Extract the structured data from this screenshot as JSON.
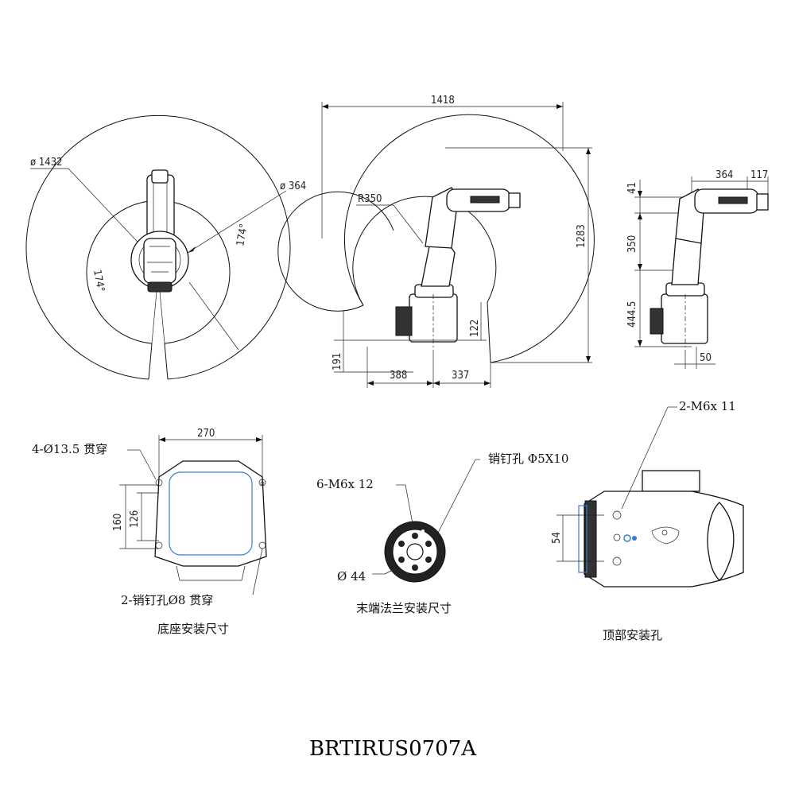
{
  "top_view": {
    "dia_outer": "ø 1432",
    "dia_inner": "ø 364",
    "angle_left": "174°",
    "angle_right": "174°"
  },
  "side_view": {
    "reach_width": "1418",
    "radius": "R350",
    "height": "1283",
    "base_h1": "191",
    "base_h2": "122",
    "base_w1": "388",
    "base_w2": "337"
  },
  "front_view": {
    "w364": "364",
    "w117": "117",
    "h41": "41",
    "h350": "350",
    "h444": "444.5",
    "w50": "50"
  },
  "base_mount": {
    "holes_label": "4-Ø13.5 贯穿",
    "width": "270",
    "h160": "160",
    "h126": "126",
    "pins_label": "2-销钉孔Ø8 贯穿",
    "caption": "底座安装尺寸"
  },
  "flange": {
    "screws_label": "6-M6x 12",
    "pin_label": "销钉孔 Φ5X10",
    "dia_label": "Ø 44",
    "caption": "末端法兰安装尺寸"
  },
  "top_mount": {
    "screws_label": "2-M6x 11",
    "h54": "54",
    "caption": "顶部安装孔"
  },
  "model": "BRTIRUS0707A"
}
